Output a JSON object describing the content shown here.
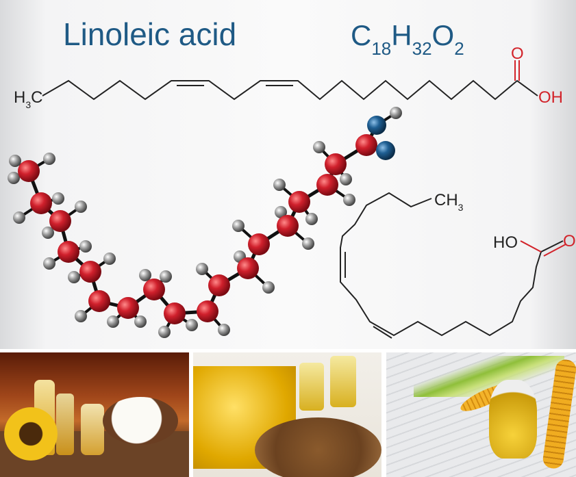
{
  "title": "Linoleic acid",
  "formula": {
    "c": "C",
    "c_sub": "18",
    "h": "H",
    "h_sub": "32",
    "o": "O",
    "o_sub": "2"
  },
  "top_structure": {
    "left_group": "H",
    "left_sub": "3",
    "left_c": "C",
    "carbonyl_o": "O",
    "hydroxyl": "OH"
  },
  "bottom_structure": {
    "methyl": "CH",
    "methyl_sub": "3",
    "hydroxyl": "HO",
    "carbonyl_o": "O"
  },
  "colors": {
    "title": "#1f5a85",
    "oxygen": "#d2232a",
    "carbon_ball": "#c8202c",
    "oxygen_ball": "#1f5f93",
    "hydrogen_ball": "#8a8a8a",
    "bond": "#222222"
  },
  "photos": [
    {
      "subject": "sunflower-coconut-oils"
    },
    {
      "subject": "fish-oil-capsules-flaxseed"
    },
    {
      "subject": "corn-oil"
    }
  ]
}
